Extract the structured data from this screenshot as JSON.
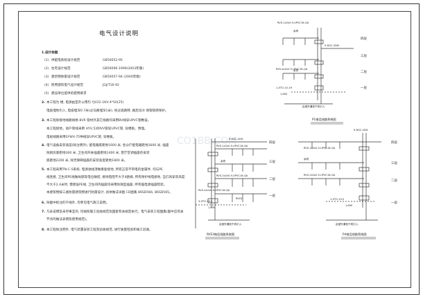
{
  "doc_title": "电气设计说明",
  "design_basis": {
    "heading": "1.设计依据",
    "items": [
      {
        "idx": "(1)",
        "name": "供配电系统设计规范",
        "code": "GB50052-95"
      },
      {
        "idx": "(2)",
        "name": "住宅设计规范",
        "code": "GB50096-1999(2003年版)"
      },
      {
        "idx": "(3)",
        "name": "建筑物防雷设计规范",
        "code": "GB50057-94 (2000年版)"
      },
      {
        "idx": "(4)",
        "name": "民用建筑电气设计规范",
        "code": "JGJ/T16-92"
      },
      {
        "idx": "(5)",
        "name": "建设单位提供的使用要求",
        "code": ""
      }
    ]
  },
  "notes": [
    {
      "num": "2.",
      "lines": [
        "本工程为                           楼, 电源由室外公用引 YJV22-1KV-4*50(25)",
        "电缆埋地引入, 电缆埋深0.7米(过马路埋深1米), 经过道路時, 路后功冷 保管链转保护。"
      ]
    },
    {
      "num": "3.",
      "lines": [
        "本工程除接地线路规格 BVR 管材外其它线路均采用BV线穿UPVC管敷设。",
        "本工程接地，进户管线采用 HYV,5对RVV管穿UPVC管, 穿楼板，预埋。",
        "电视线路采用SYWV-75导线穿UPVC管, 穿楼板。"
      ]
    },
    {
      "num": "4.",
      "lines": [
        "电气设备安装高度(除注明外), 配电箱底距地1600 米, 各分户配电箱距地1600 米, 插座",
        "除厨房底距地300 米, 卫生间开关插座距地1400 米, 客厅空调插座的安装",
        "底距地2200 米, 除无障碍插座的安装高度距地1800 米。"
      ]
    },
    {
      "num": "5.",
      "lines": [
        "本工程采用TN-C-S系统, 电源进线须做重复接地, 所有正常不带电的金属件, 均与PE",
        "线连接, 卫生间PE线做局部等电位联结, 接地电阻不大于4欧姆, 所有保护线电接地, 当灯具安装高度",
        "不大于2.4米时, 需增设PE线, 卫生间内插座均采用防溅型插座, 所有临电源插座暗装。",
        "本建筑物按三类防雷建筑物进行防雷设计, 具体做法详图 CD图集 86SD566, 86SD565。"
      ]
    },
    {
      "num": "6.",
      "lines": [
        "除图中标注的干线外, 均参见电气施工说明。"
      ]
    },
    {
      "num": "7.",
      "lines": [
        "凡未说明及未尽事宜的, 均按照施工验收规范及国家有关规定执行。电气安装工程图集(图中应有关",
        "节点的做法表明及使用规范)。"
      ]
    },
    {
      "num": "8.",
      "lines": [
        "本工程除注明外, 电气装置安装工程及验收规范, 进行质量检验和竣工验收。"
      ]
    }
  ],
  "diagrams": {
    "p1": {
      "title": "P1电话线路系统图",
      "floors": [
        "四层",
        "三层",
        "二层",
        "一层"
      ],
      "labels": [
        "RVS-1x2x0.5-UPVC16-QA",
        "余同",
        "9-RGC-2DM",
        "RVS-4x2x0.5-UPVC16-QA",
        "余同",
        "1-STO-10-1H",
        "1,600",
        "由室外通信干线引入"
      ]
    },
    "rvs": {
      "title": "RVS3电话线路系统图",
      "floors": [
        "四层",
        "三层",
        "二层",
        "一层"
      ],
      "labels": [
        "9-RGC-2DH",
        "RVS-1x2x0.5-UPVC16-QA",
        "余同",
        "RVS-2x2x0.5-UPVC16-QA",
        "RVS-4x2x0.5-UPVC16-QA",
        "3-STO-10-5",
        "1,600",
        "RVS3",
        "由室外通信干线引入"
      ]
    },
    "p4": {
      "title": "P4电话线路系统图",
      "floors": [
        "四层",
        "三层",
        "二层",
        "一层"
      ],
      "labels": [
        "9-RGC-2DH",
        "RVS-1x2x0.5-UPVC16-QA",
        "余同",
        "RVS-2x2x0.5-UPVC16-QA",
        "1-STO-10-5",
        "1,600",
        "由室外通信干线引入"
      ]
    }
  },
  "watermark": "CO1BB.COM",
  "colors": {
    "line": "#333333",
    "text": "#222222",
    "background": "#ffffff"
  }
}
